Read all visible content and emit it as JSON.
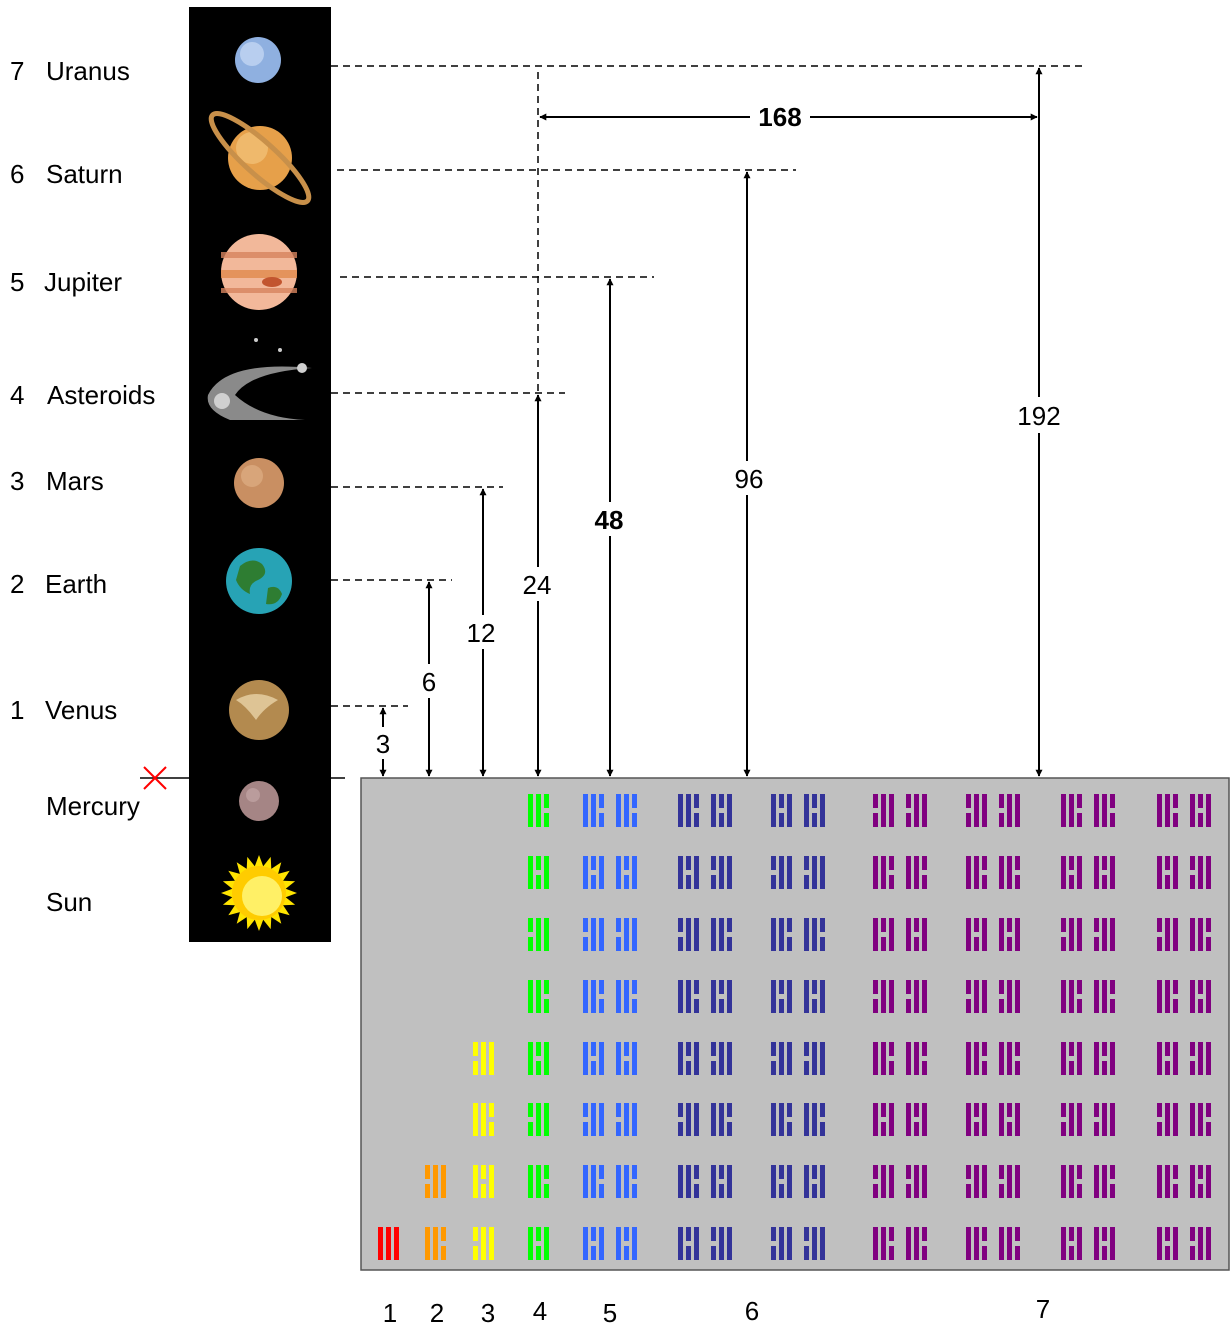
{
  "planets": [
    {
      "number": "7",
      "name": "Uranus"
    },
    {
      "number": "6",
      "name": "Saturn"
    },
    {
      "number": "5",
      "name": "Jupiter"
    },
    {
      "number": "4",
      "name": "Asteroids"
    },
    {
      "number": "3",
      "name": "Mars"
    },
    {
      "number": "2",
      "name": "Earth"
    },
    {
      "number": "1",
      "name": "Venus"
    },
    {
      "number": "",
      "name": "Mercury"
    },
    {
      "number": "",
      "name": "Sun"
    }
  ],
  "distances": [
    {
      "label": "3"
    },
    {
      "label": "6"
    },
    {
      "label": "12"
    },
    {
      "label": "24"
    },
    {
      "label": "48",
      "bold": true
    },
    {
      "label": "96"
    },
    {
      "label": "192"
    }
  ],
  "span_label": "168",
  "columns": [
    "1",
    "2",
    "3",
    "4",
    "5",
    "6",
    "7"
  ],
  "colors": {
    "c1": "#ff0000",
    "c2": "#ff9900",
    "c3": "#ffff00",
    "c4": "#00ff00",
    "c5": "#3366ff",
    "c6": "#333399",
    "c7": "#800080",
    "panel": "#c0c0c0",
    "strip": "#000000"
  }
}
